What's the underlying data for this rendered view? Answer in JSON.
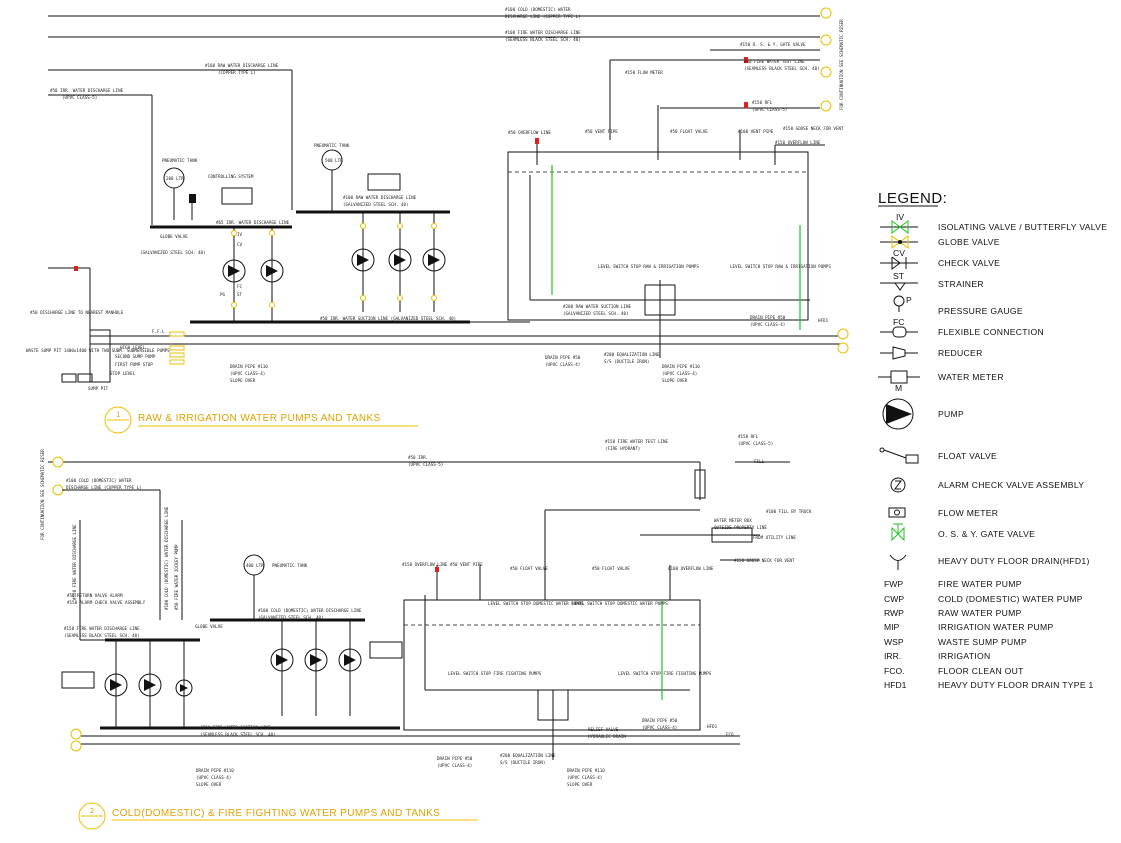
{
  "legend": {
    "title": "LEGEND:",
    "symbols": [
      {
        "icon": "isolating-valve-icon",
        "tag": "IV",
        "label": "ISOLATING VALVE / BUTTERFLY VALVE"
      },
      {
        "icon": "globe-valve-icon",
        "tag": "",
        "label": "GLOBE VALVE"
      },
      {
        "icon": "check-valve-icon",
        "tag": "CV",
        "label": "CHECK VALVE"
      },
      {
        "icon": "strainer-icon",
        "tag": "ST",
        "label": "STRAINER"
      },
      {
        "icon": "pressure-gauge-icon",
        "tag": "P",
        "label": "PRESSURE GAUGE"
      },
      {
        "icon": "flexible-connection-icon",
        "tag": "FC",
        "label": "FLEXIBLE CONNECTION"
      },
      {
        "icon": "reducer-icon",
        "tag": "",
        "label": "REDUCER"
      },
      {
        "icon": "water-meter-icon",
        "tag": "M",
        "label": "WATER METER"
      },
      {
        "icon": "pump-icon",
        "tag": "",
        "label": "PUMP"
      },
      {
        "icon": "float-valve-icon",
        "tag": "",
        "label": "FLOAT VALVE"
      },
      {
        "icon": "alarm-check-valve-icon",
        "tag": "",
        "label": "ALARM CHECK VALVE ASSEMBLY"
      },
      {
        "icon": "flow-meter-icon",
        "tag": "",
        "label": "FLOW METER"
      },
      {
        "icon": "os-y-gate-valve-icon",
        "tag": "",
        "label": "O. S. & Y. GATE VALVE"
      },
      {
        "icon": "floor-drain-icon",
        "tag": "",
        "label": "HEAVY DUTY FLOOR DRAIN(HFD1)"
      }
    ],
    "abbreviations": [
      {
        "abbr": "FWP",
        "meaning": "FIRE WATER PUMP"
      },
      {
        "abbr": "CWP",
        "meaning": "COLD (DOMESTIC) WATER PUMP"
      },
      {
        "abbr": "RWP",
        "meaning": "RAW WATER PUMP"
      },
      {
        "abbr": "MIP",
        "meaning": "IRRIGATION WATER PUMP"
      },
      {
        "abbr": "WSP",
        "meaning": "WASTE SUMP PUMP"
      },
      {
        "abbr": "IRR.",
        "meaning": "IRRIGATION"
      },
      {
        "abbr": "FCO.",
        "meaning": "FLOOR CLEAN OUT"
      },
      {
        "abbr": "HFD1",
        "meaning": "HEAVY DUTY FLOOR DRAIN TYPE 1"
      }
    ]
  },
  "section1": {
    "number": "1",
    "title": "RAW & IRRIGATION WATER PUMPS AND TANKS",
    "labels": {
      "domestic_water": "#100 COLD (DOMESTIC) WATER",
      "domestic_water_sub": "DISCHARGE LINE (COPPER TYPE L)",
      "fire_discharge": "#100 FIRE WATER DISCHARGE LINE",
      "fire_discharge_sub": "(SEAMLESS BLACK STEEL SCH. 40)",
      "raw_discharge": "#100 RAW WATER DISCHARGE LINE",
      "raw_discharge_sub": "(COPPER TYPE L)",
      "irr_discharge": "#50 IRR. WATER DISCHARGE LINE",
      "irr_discharge_sub": "(UPVC CLASS-5)",
      "os_y_gate": "#150 O. S. & Y. GATE VALVE",
      "fire_test": "#40 FIRE WATER TEST LINE",
      "fire_test_sub": "(SEAMLESS BLACK STEEL SCH. 40)",
      "flow_meter": "#150 FLOW METER",
      "rfl": "#150 RFL",
      "rfl_sub": "(UPVC CLASS-5)",
      "hydro_tank": "PNEUMATIC TANK",
      "hydro_size": "200 LTR",
      "pneumatic_tank": "PNEUMATIC TANK",
      "pneumatic_size": "500 LTR",
      "controller": "CONTROLLING SYSTEM",
      "globe_valve": "GLOBE VALVE",
      "galv_steel": "(GALVANIZED STEEL SCH. 40)",
      "irr_header": "#65 IRR. WATER DISCHARGE LINE",
      "raw_header": "#100 RAW WATER DISCHARGE LINE",
      "raw_header_sub": "(GALVANIZED STEEL SCH. 40)",
      "suction": "#50 IRR. WATER SUCTION LINE (GALVANIZED STEEL SCH. 40)",
      "raw_suction": "#200 RAW WATER SUCTION LINE",
      "raw_suction_sub": "(GALVANIZED STEEL SCH. 40)",
      "overflow": "#50 OVERFLOW LINE",
      "vent": "#50 VENT PIPE",
      "float_valve": "#50 FLOAT VALVE",
      "vent2": "#100 VENT PIPE",
      "vent3": "#150 GOOSE NECK FOR VENT",
      "overflow2": "#150 OVERFLOW LINE",
      "level_switch1": "LEVEL SWITCH STOP RAW & IRRIGATION PUMPS",
      "level_switch2": "LEVEL SWITCH STOP RAW & IRRIGATION PUMPS",
      "drain_pipe": "DRAIN PIPE #50",
      "drain_pipe_sub": "(UPVC CLASS-4)",
      "equalization": "#200 EQUALIZATION LINE",
      "equalization_sub": "S/S (DUCTILE IRON)",
      "drain_110": "DRAIN PIPE #110",
      "drain_110_sub": "(UPVC CLASS-4)",
      "slope": "SLOPE OVER",
      "drain_pipe2": "DRAIN PIPE #50",
      "drain_pipe2_sub": "(UPVC CLASS-4)",
      "overflow_sump": "#50 DISCHARGE LINE TO NEAREST MANHOLE",
      "sump_pit": "WASTE SUMP PIT 1400x1400 WITH TWO SUBM. SUBMERSIBLE PUMPS",
      "high_level": "HIGH LEVEL",
      "second_pump": "SECOND SUMP PUMP",
      "first_pump": "FIRST PUMP STOP",
      "stop_level": "STOP LEVEL",
      "sump_pit2": "SUMP PIT",
      "ffl": "F.F.L",
      "hfd": "HFD1",
      "cv": "CV",
      "iv": "IV",
      "st": "ST",
      "pg": "PG",
      "fc": "FC",
      "iv_letter": "IV"
    }
  },
  "section2": {
    "number": "2",
    "title": "COLD(DOMESTIC) & FIRE FIGHTING WATER PUMPS AND TANKS",
    "labels": {
      "domestic_discharge": "#100 COLD (DOMESTIC) WATER",
      "domestic_discharge_sub": "DISCHARGE LINE (COPPER TYPE L)",
      "irr_line": "#50 IRR.",
      "irr_line_sub": "(UPVC CLASS-5)",
      "rfl": "#150 RFL",
      "rfl_sub": "(UPVC CLASS-5)",
      "fire_test": "#150 FIRE WATER TEST LINE",
      "fire_test_sub": "(FIRE HYDRANT)",
      "return_alarm": "#50 RETURN VALVE ALARM",
      "alarm_check": "#150 ALARM CHECK VALVE ASSEMBLY",
      "pneumatic": "PNEUMATIC TANK",
      "pneumatic_size": "400 LTR",
      "globe": "GLOBE VALVE",
      "domestic_header": "#100 COLD (DOMESTIC) WATER DISCHARGE LINE",
      "domestic_header_sub": "(GALVANIZED STEEL SCH. 40)",
      "fire_header": "#150 FIRE WATER DISCHARGE LINE",
      "fire_header_sub": "(SEAMLESS BLACK STEEL SCH. 40)",
      "fire_suction": "#200 FIRE WATER SUCTION LINE",
      "fire_suction_sub": "(SEAMLESS BLACK STEEL SCH. 40)",
      "overflow": "#150 OVERFLOW LINE",
      "vent": "#50 VENT PIPE",
      "float1": "#50 FLOAT VALVE",
      "float2": "#50 FLOAT VALVE",
      "overflow2": "#100 OVERFLOW LINE",
      "goose": "#150 GOOSE NECK FOR VENT",
      "level1": "LEVEL SWITCH STOP DOMESTIC WATER PUMPS",
      "level2": "LEVEL SWITCH STOP DOMESTIC WATER PUMPS",
      "level3": "LEVEL SWITCH STOP FIRE FIGHTING PUMPS",
      "level4": "LEVEL SWITCH STOP FIRE FIGHTING PUMPS",
      "water_meter": "WATER METER BOX",
      "water_meter_sub": "OUTSIDE PROPERTY LINE",
      "from_utility": "FROM UTILITY LINE",
      "by_truck": "#100 FILL BY TRUCK",
      "drain_110": "DRAIN PIPE #110",
      "drain_110_sub": "(UPVC CLASS-4)",
      "slope": "SLOPE OVER",
      "drain_50": "DRAIN PIPE #50",
      "drain_50_sub": "(UPVC CLASS-4)",
      "equalization": "#200 EQUALIZATION LINE",
      "equalization_sub": "S/S (DUCTILE IRON)",
      "drain_pipe": "DRAIN PIPE #110",
      "drain_pipe_sub": "(UPVC CLASS-4)",
      "drain_fire": "DRAIN PIPE #50",
      "drain_fire_sub": "(UPVC CLASS-4)",
      "relief_valve": "RELIEF VALVE",
      "relief_sub": "HYDRAULIC DRAIN",
      "hfd": "HFD1",
      "fco": "FCO",
      "vertical1": "FOR CONTINUATION SEE SCHEMATIC RISER",
      "vertical2": "#150 FIRE WATER DISCHARGE LINE",
      "vertical3": "#100 COLD (DOMESTIC) WATER DISCHARGE LINE",
      "vertical4": "#50 FIRE WATER JOCKEY PUMP",
      "fill": "FILL"
    }
  },
  "right_vertical": "FOR CONTINUATION SEE SCHEMATIC RISER"
}
